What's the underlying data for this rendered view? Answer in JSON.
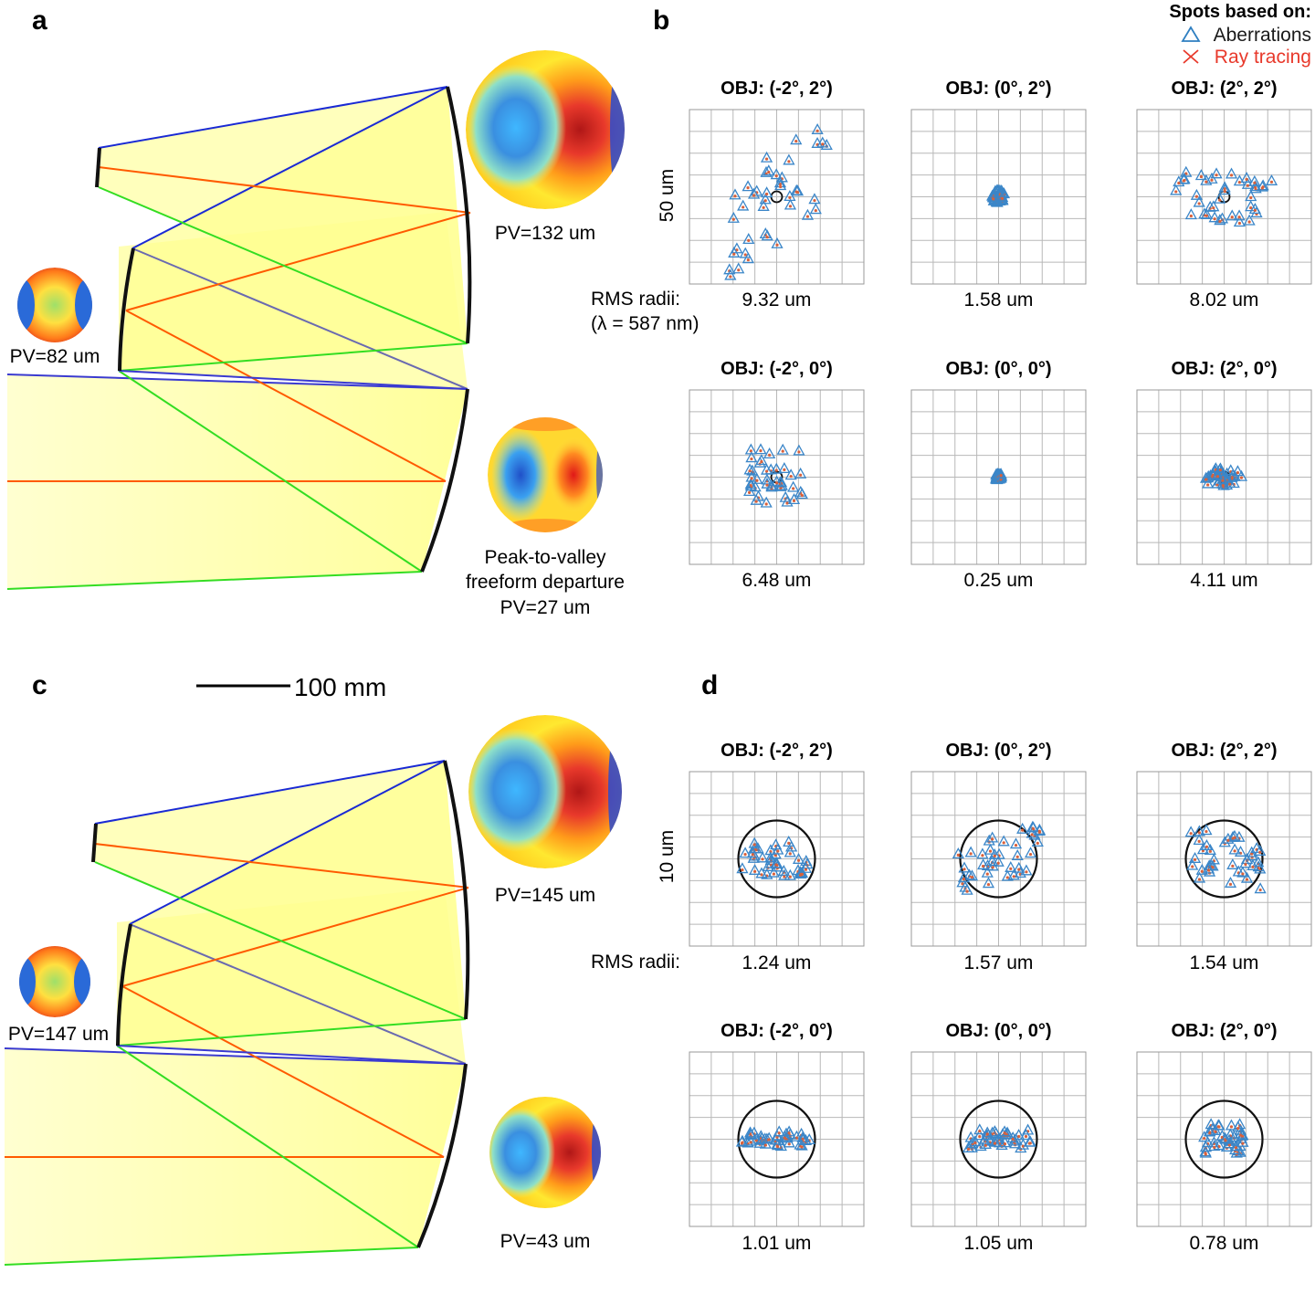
{
  "legend": {
    "title": "Spots based on:",
    "aberrations": "Aberrations",
    "ray_tracing": "Ray tracing",
    "aberrations_color": "#2f7fc1",
    "ray_tracing_color": "#e8392b"
  },
  "colors": {
    "beam_fill": "#ffff99",
    "ray_blue": "#1a2ad4",
    "ray_orange": "#ff5a00",
    "ray_green": "#33dd22",
    "mirror": "#111111"
  },
  "panel_a": {
    "label": "a",
    "mirror_top_pv": "PV=132 um",
    "mirror_left_pv": "PV=82 um",
    "mirror_bottom_caption": [
      "Peak-to-valley",
      "freeform departure",
      "PV=27 um"
    ]
  },
  "panel_b": {
    "label": "b",
    "scale_label": "50 um",
    "rms_label": "RMS radii:",
    "wavelength_label": "(λ = 587 nm)",
    "fields": [
      {
        "title": "OBJ: (-2°, 2°)",
        "rms": "9.32 um"
      },
      {
        "title": "OBJ: (0°, 2°)",
        "rms": "1.58 um"
      },
      {
        "title": "OBJ: (2°, 2°)",
        "rms": "8.02 um"
      },
      {
        "title": "OBJ: (-2°, 0°)",
        "rms": "6.48 um"
      },
      {
        "title": "OBJ: (0°, 0°)",
        "rms": "0.25 um"
      },
      {
        "title": "OBJ: (2°, 0°)",
        "rms": "4.11 um"
      }
    ]
  },
  "panel_c": {
    "label": "c",
    "scale_bar": "100 mm",
    "mirror_top_pv": "PV=145 um",
    "mirror_left_pv": "PV=147 um",
    "mirror_bottom_pv": "PV=43 um"
  },
  "panel_d": {
    "label": "d",
    "scale_label": "10 um",
    "rms_label": "RMS radii:",
    "fields": [
      {
        "title": "OBJ: (-2°, 2°)",
        "rms": "1.24 um"
      },
      {
        "title": "OBJ: (0°, 2°)",
        "rms": "1.57 um"
      },
      {
        "title": "OBJ: (2°, 2°)",
        "rms": "1.54 um"
      },
      {
        "title": "OBJ: (-2°, 0°)",
        "rms": "1.01 um"
      },
      {
        "title": "OBJ: (0°, 0°)",
        "rms": "1.05 um"
      },
      {
        "title": "OBJ: (2°, 0°)",
        "rms": "0.78 um"
      }
    ]
  }
}
